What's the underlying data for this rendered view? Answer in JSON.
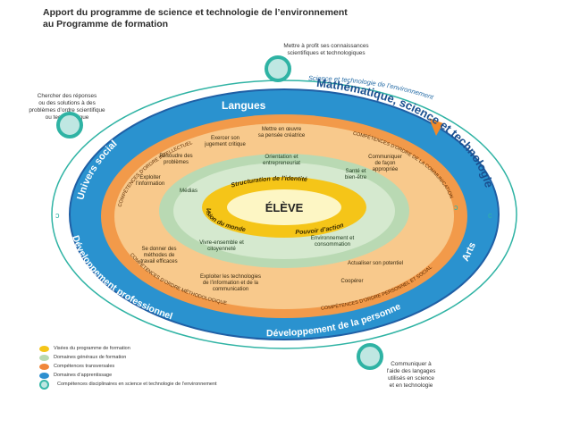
{
  "title": {
    "line1": "Apport du programme de science et technologie de l’environnement",
    "line2": "au Programme de formation"
  },
  "notes": {
    "top": [
      "Mettre à profit ses connaissances",
      "scientifiques et technologiques"
    ],
    "left": [
      "Chercher des réponses",
      "ou des solutions à des",
      "problèmes d’ordre scientifique",
      "ou technologique"
    ],
    "bottom": [
      "Communiquer à",
      "l’aide des langages",
      "utilisés en science",
      "et en technologie"
    ]
  },
  "outer_arc_label": "Science et technologie de l’environnement",
  "learning_domains": {
    "langues": "Langues",
    "mst": "Mathématique, science et technologie",
    "univers_social": "Univers social",
    "arts": "Arts",
    "dev_pro": "Développement professionnel",
    "dev_personne": "Développement de la personne"
  },
  "competency_arcs": {
    "intellectuel": "COMPÉTENCES D’ORDRE INTELLECTUEL",
    "communication": "COMPÉTENCES D’ORDRE DE LA COMMUNICATION",
    "methodologique": "COMPÉTENCES D’ORDRE MÉTHODOLOGIQUE",
    "personnel_social": "COMPÉTENCES D’ORDRE PERSONNEL ET SOCIAL"
  },
  "cross_competencies": {
    "exercer": [
      "Exercer son",
      "jugement critique"
    ],
    "mettre": [
      "Mettre en œuvre",
      "sa pensée créatrice"
    ],
    "resoudre": [
      "Résoudre des",
      "problèmes"
    ],
    "exploiter_info": [
      "Exploiter",
      "l’information"
    ],
    "communiquer": [
      "Communiquer",
      "de façon",
      "appropriée"
    ],
    "methodes": [
      "Se donner des",
      "méthodes de",
      "travail efficaces"
    ],
    "tic": [
      "Exploiter les technologies",
      "de l’information et de la",
      "communication"
    ],
    "potentiel": "Actualiser son potentiel",
    "cooperer": "Coopérer"
  },
  "general_domains": {
    "orientation": [
      "Orientation et",
      "entrepreneuriat"
    ],
    "sante": [
      "Santé et",
      "bien-être"
    ],
    "medias": "Médias",
    "vivre": [
      "Vivre-ensemble et",
      "citoyenneté"
    ],
    "environnement": [
      "Environnement et",
      "consommation"
    ]
  },
  "aims": {
    "identite": "Structuration de l’identité",
    "vision": "Vision du monde",
    "pouvoir": "Pouvoir d’action"
  },
  "center": "ÉLÈVE",
  "legend": [
    {
      "label": "Visées du programme de formation",
      "color": "#f5c518"
    },
    {
      "label": "Domaines généraux de formation",
      "color": "#b8d9b0"
    },
    {
      "label": "Compétences transversales",
      "color": "#f0863a"
    },
    {
      "label": "Domaines d’apprentissage",
      "color": "#2c8fd0"
    },
    {
      "label": "Compétences disciplinaires en science et technologie de l’environnement",
      "color": "#39b8a8"
    }
  ],
  "colors": {
    "outer_ring": "#2a92cf",
    "outer_ring_dark": "#1f5fa5",
    "competency_ring": "#f29a4a",
    "cross_zone": "#f8c98c",
    "general_zone": "#b9d9b3",
    "aims_ellipse": "#f5c518",
    "teal": "#2fb3a4"
  }
}
